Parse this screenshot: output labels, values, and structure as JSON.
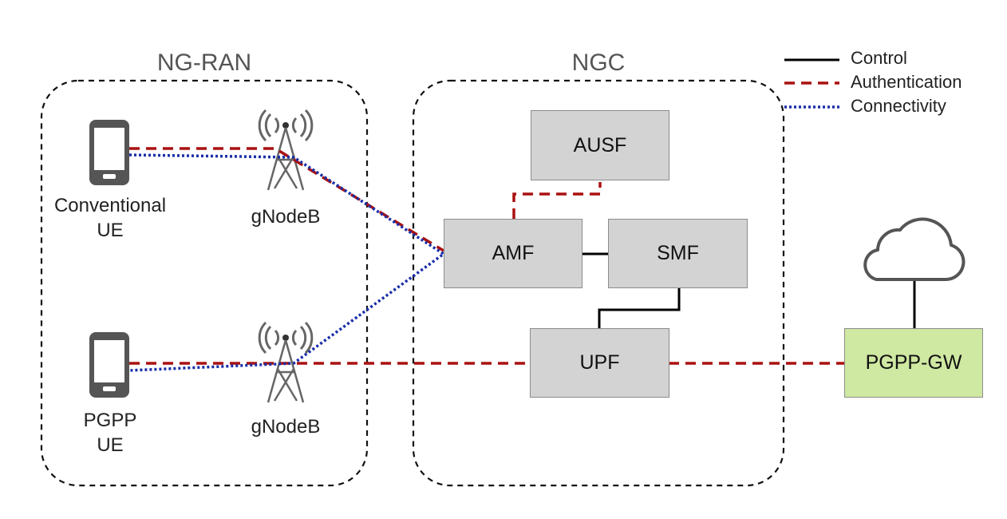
{
  "regions": {
    "ran_title": "NG-RAN",
    "core_title": "NGC"
  },
  "devices": {
    "conventional_ue": [
      "Conventional",
      "UE"
    ],
    "pgpp_ue": [
      "PGPP",
      "UE"
    ]
  },
  "towers": {
    "top_label": "gNodeB",
    "bottom_label": "gNodeB"
  },
  "functions": {
    "ausf": "AUSF",
    "amf": "AMF",
    "smf": "SMF",
    "upf": "UPF",
    "gateway": "PGPP-GW"
  },
  "legend": {
    "items": [
      {
        "label": "Control",
        "style": "solid",
        "color": "#000000"
      },
      {
        "label": "Authentication",
        "style": "dashed",
        "color": "#aa1111"
      },
      {
        "label": "Connectivity",
        "style": "dotted",
        "color": "#1a2fa8"
      }
    ]
  },
  "colors": {
    "function_fill": "#d3d3d3",
    "gateway_fill": "#cfe8a2",
    "control": "#000000",
    "authentication": "#aa1111",
    "connectivity": "#1a2fa8"
  }
}
